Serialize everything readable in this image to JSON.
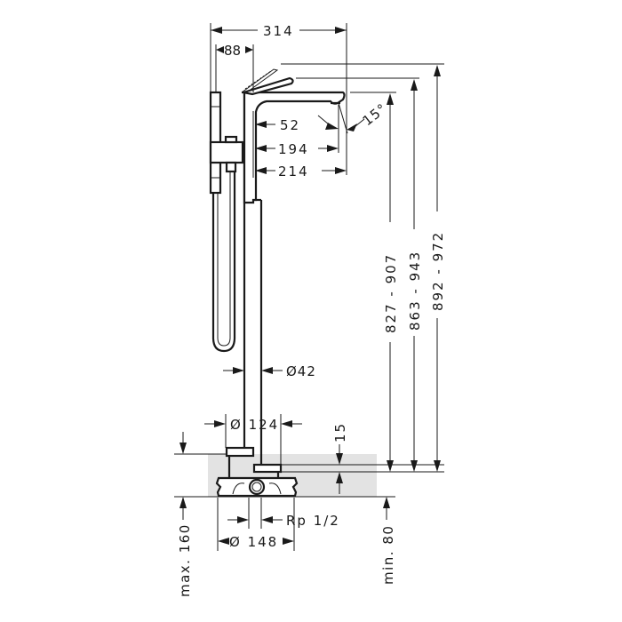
{
  "drawing": {
    "subject": "Freestanding bath mixer – dimension drawing",
    "colors": {
      "line": "#1a1a1a",
      "floor_fill": "#e3e3e3",
      "background": "#ffffff"
    },
    "dimensions": {
      "overall_width": "314",
      "hand_shower_offset": "88",
      "spout_52": "52",
      "spout_194": "194",
      "spout_214": "214",
      "spout_angle": "15°",
      "height_spout": "827 - 907",
      "height_handle": "863 - 943",
      "height_top": "892 - 972",
      "column_diameter": "Ø42",
      "base_diameter": "Ø 124",
      "cover_height": "15",
      "connection": "Rp 1/2",
      "box_diameter": "Ø 148",
      "max_depth": "max. 160",
      "min_depth": "min. 80"
    }
  }
}
